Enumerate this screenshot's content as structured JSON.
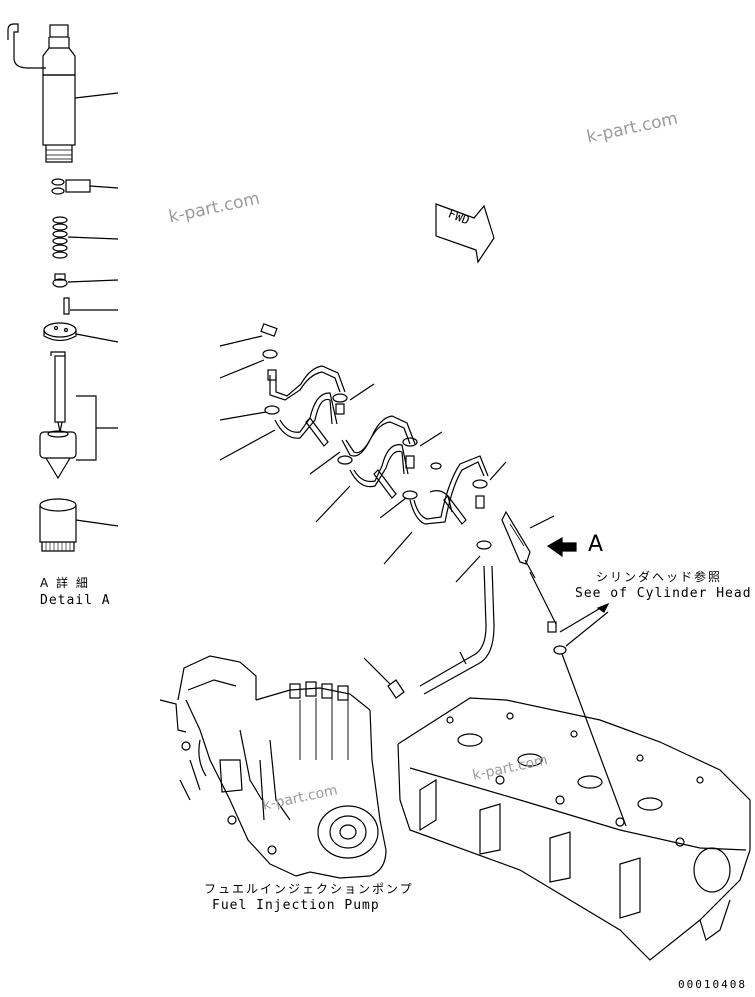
{
  "detail": {
    "jp": "A 詳 細",
    "en": "Detail A"
  },
  "view_arrow": {
    "letter": "A"
  },
  "cylinder_head_ref": {
    "jp": "シリンダヘッド参照",
    "en": "See of Cylinder Head"
  },
  "pump_caption": {
    "jp": "フュエルインジェクションポンプ",
    "en": "Fuel Injection Pump"
  },
  "fwd_label": "FWD",
  "watermarks": [
    "k-part.com",
    "k-part.com",
    "k-part.com",
    "k-part.com"
  ],
  "drawing_number": "00010408"
}
